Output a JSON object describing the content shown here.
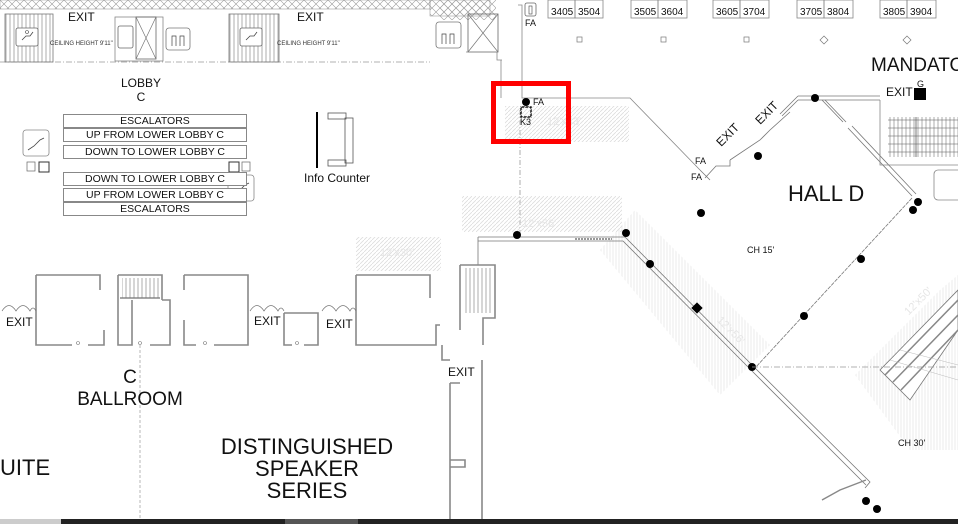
{
  "map": {
    "lobby": {
      "line1": "LOBBY",
      "line2": "C"
    },
    "exits": {
      "top_left": "EXIT",
      "top_middle": "EXIT",
      "hall_d_1": "EXIT",
      "hall_d_2": "EXIT",
      "mandatory": "EXIT",
      "ballroom_left": "EXIT",
      "ballroom_mid1": "EXIT",
      "ballroom_mid2": "EXIT",
      "corridor": "EXIT"
    },
    "ceiling_heights": {
      "left": "CEILING HEIGHT 9'11\"",
      "middle": "CEILING HEIGHT 9'11\""
    },
    "escalators": {
      "upper_title": "ESCALATORS",
      "upper_row1": "UP FROM LOWER LOBBY C",
      "upper_row2": "DOWN TO LOWER  LOBBY C",
      "lower_row1": "DOWN TO LOWER  LOBBY C",
      "lower_row2": "UP FROM LOWER  LOBBY C",
      "lower_title": "ESCALATORS"
    },
    "info_counter": "Info Counter",
    "booths": [
      "3405",
      "3504",
      "3505",
      "3604",
      "3605",
      "3704",
      "3705",
      "3804",
      "3805",
      "3904"
    ],
    "fa_labels": {
      "top": "FA",
      "marker": "FA",
      "hall1": "FA",
      "hall2": "FA"
    },
    "marker_code": "K3",
    "g_label": "G",
    "mandatory_label": "MANDATO",
    "hall_d": {
      "name": "HALL D",
      "ch_15": "CH 15'",
      "ch_30": "CH 30'"
    },
    "dimensions": {
      "d1243": "12'x43'",
      "d1256a": "12'x56'",
      "d1230": "12'x30'",
      "d1256b": "12'x56'",
      "d1250": "12'x50'"
    },
    "ballroom": {
      "line1": "C",
      "line2": "BALLROOM"
    },
    "suite": "UITE",
    "distinguished": {
      "line1": "DISTINGUISHED",
      "line2": "SPEAKER",
      "line3": "SERIES"
    },
    "colors": {
      "highlight": "#ff0000",
      "wall": "#888888",
      "text": "#111111",
      "hatch": "#e8e8e8"
    }
  }
}
